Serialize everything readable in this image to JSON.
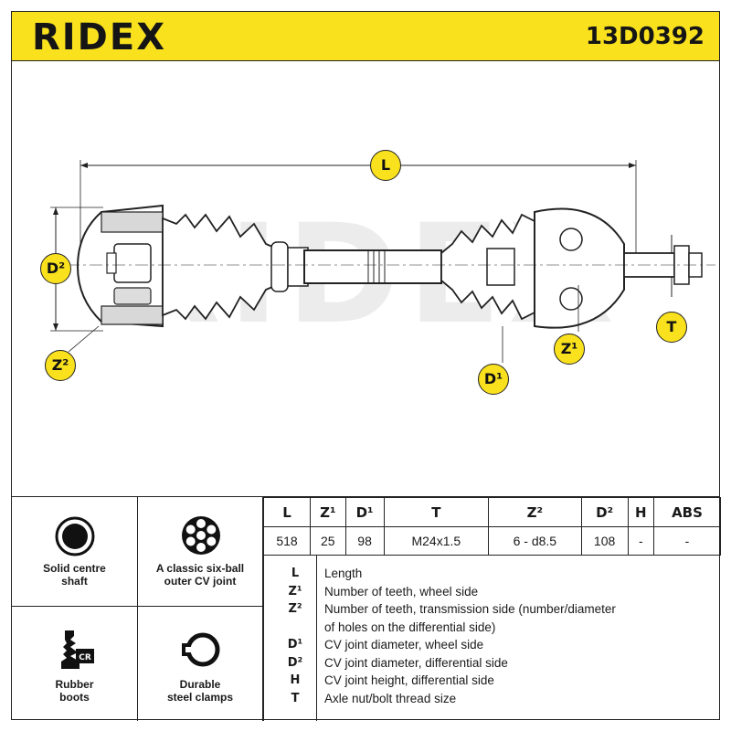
{
  "header": {
    "brand": "RIDEX",
    "part_number": "13D0392",
    "color": "#f9e11e"
  },
  "watermark": "RIDEX",
  "callouts": {
    "L": "L",
    "D2": "D²",
    "Z2": "Z²",
    "D1": "D¹",
    "Z1": "Z¹",
    "T": "T"
  },
  "features": [
    {
      "icon": "solid-shaft-icon",
      "label_line1": "Solid centre",
      "label_line2": "shaft"
    },
    {
      "icon": "six-ball-joint-icon",
      "label_line1": "A classic six-ball",
      "label_line2": "outer CV joint"
    },
    {
      "icon": "rubber-boot-icon",
      "label_line1": "Rubber",
      "label_line2": "boots",
      "badge": "CR"
    },
    {
      "icon": "steel-clamp-icon",
      "label_line1": "Durable",
      "label_line2": "steel clamps"
    }
  ],
  "spec_table": {
    "headers": [
      "L",
      "Z¹",
      "D¹",
      "T",
      "Z²",
      "D²",
      "H",
      "ABS"
    ],
    "values": [
      "518",
      "25",
      "98",
      "M24x1.5",
      "6 - d8.5",
      "108",
      "-",
      "-"
    ]
  },
  "legend": [
    {
      "code": "L",
      "desc": "Length"
    },
    {
      "code": "Z¹",
      "desc": "Number of teeth, wheel side"
    },
    {
      "code": "Z²",
      "desc": "Number of teeth, transmission side (number/diameter"
    },
    {
      "code": "",
      "desc": "of holes on the differential side)"
    },
    {
      "code": "D¹",
      "desc": "CV joint diameter, wheel side"
    },
    {
      "code": "D²",
      "desc": "CV joint diameter, differential side"
    },
    {
      "code": "H",
      "desc": "CV joint height, differential side"
    },
    {
      "code": "T",
      "desc": "Axle nut/bolt thread size"
    }
  ]
}
